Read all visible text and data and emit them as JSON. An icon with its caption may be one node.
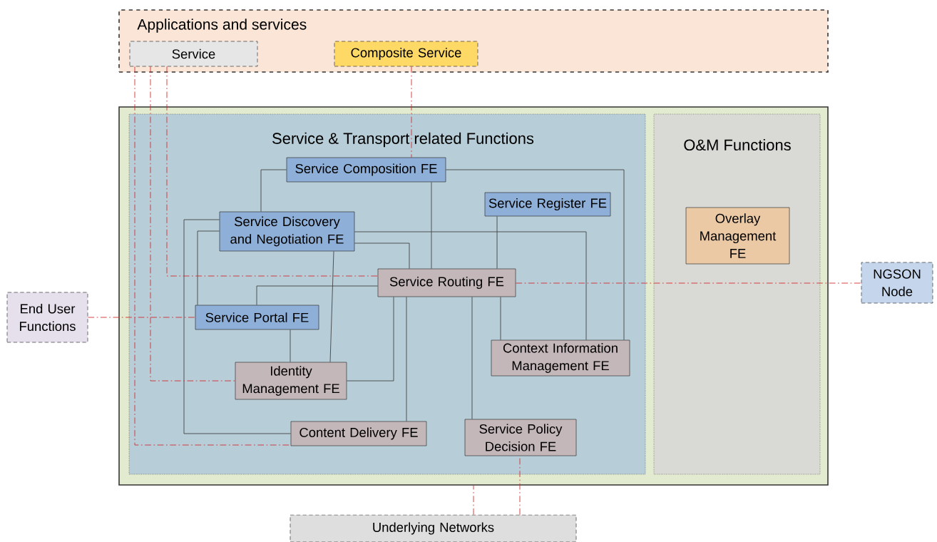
{
  "diagram": {
    "nodes": [
      {
        "text": [
          "Applications and services"
        ]
      },
      {
        "text": [
          "Service"
        ],
        "in": 0
      },
      {
        "text": [
          "Composite Service"
        ],
        "in": 0
      },
      {
        "text": [],
        "shape": "box"
      },
      {
        "text": [
          "Service & Transport related Functions"
        ],
        "in": 3
      },
      {
        "text": [
          "O&M Functions"
        ],
        "in": 3
      },
      {
        "text": [
          "Service Composition FE"
        ],
        "in": 4
      },
      {
        "text": [
          "Service Register FE"
        ],
        "in": 4
      },
      {
        "text": [
          "Service Discovery and Negotiation FE"
        ],
        "in": 4
      },
      {
        "text": [
          "Service Routing FE"
        ],
        "in": 4
      },
      {
        "text": [
          "Service Portal FE"
        ],
        "in": 4
      },
      {
        "text": [
          "Context Information Management FE"
        ],
        "in": 4
      },
      {
        "text": [
          "Identity Management FE"
        ],
        "in": 4
      },
      {
        "text": [
          "Content Delivery FE"
        ],
        "in": 4
      },
      {
        "text": [
          "Service Policy Decision FE"
        ],
        "in": 4
      },
      {
        "text": [
          "Overlay Management FE"
        ],
        "in": 5
      },
      {
        "text": [
          "End User Functions"
        ]
      },
      {
        "text": [
          "NGSON Node"
        ]
      },
      {
        "text": [
          "Underlying Networks"
        ]
      }
    ],
    "edges": [
      {
        "from": 6,
        "to": 8,
        "arrow": "none"
      },
      {
        "from": 6,
        "to": 9,
        "arrow": "none"
      },
      {
        "from": 6,
        "to": 11,
        "arrow": "none"
      },
      {
        "from": 7,
        "to": 9,
        "arrow": "none"
      },
      {
        "from": 8,
        "to": 11,
        "arrow": "none"
      },
      {
        "from": 8,
        "to": 9,
        "arrow": "none"
      },
      {
        "from": 8,
        "to": 12,
        "arrow": "none"
      },
      {
        "from": 8,
        "to": 10,
        "arrow": "none"
      },
      {
        "from": 8,
        "to": 13,
        "arrow": "none"
      },
      {
        "from": 9,
        "to": 10,
        "arrow": "none"
      },
      {
        "from": 9,
        "to": 12,
        "arrow": "none"
      },
      {
        "from": 9,
        "to": 13,
        "arrow": "none"
      },
      {
        "from": 9,
        "to": 14,
        "arrow": "none"
      },
      {
        "from": 9,
        "to": 11,
        "arrow": "none"
      },
      {
        "from": 10,
        "to": 12,
        "arrow": "none"
      },
      {
        "from": 1,
        "to": 9,
        "arrow": "none",
        "style": "dashed",
        "color": "#d42a2a"
      },
      {
        "from": 1,
        "to": 12,
        "arrow": "none",
        "style": "dashed",
        "color": "#d42a2a"
      },
      {
        "from": 1,
        "to": 13,
        "arrow": "none",
        "style": "dashed",
        "color": "#d42a2a"
      },
      {
        "from": 2,
        "to": 6,
        "arrow": "none",
        "style": "dashed",
        "color": "#d42a2a"
      },
      {
        "from": 16,
        "to": 10,
        "arrow": "none",
        "style": "dashed",
        "color": "#d42a2a"
      },
      {
        "from": 9,
        "to": 17,
        "arrow": "none",
        "style": "dashed",
        "color": "#d42a2a"
      },
      {
        "from": 18,
        "to": 3,
        "arrow": "none",
        "style": "dashed",
        "color": "#d42a2a"
      },
      {
        "from": 18,
        "to": 14,
        "arrow": "none",
        "style": "dashed",
        "color": "#d42a2a"
      }
    ]
  }
}
